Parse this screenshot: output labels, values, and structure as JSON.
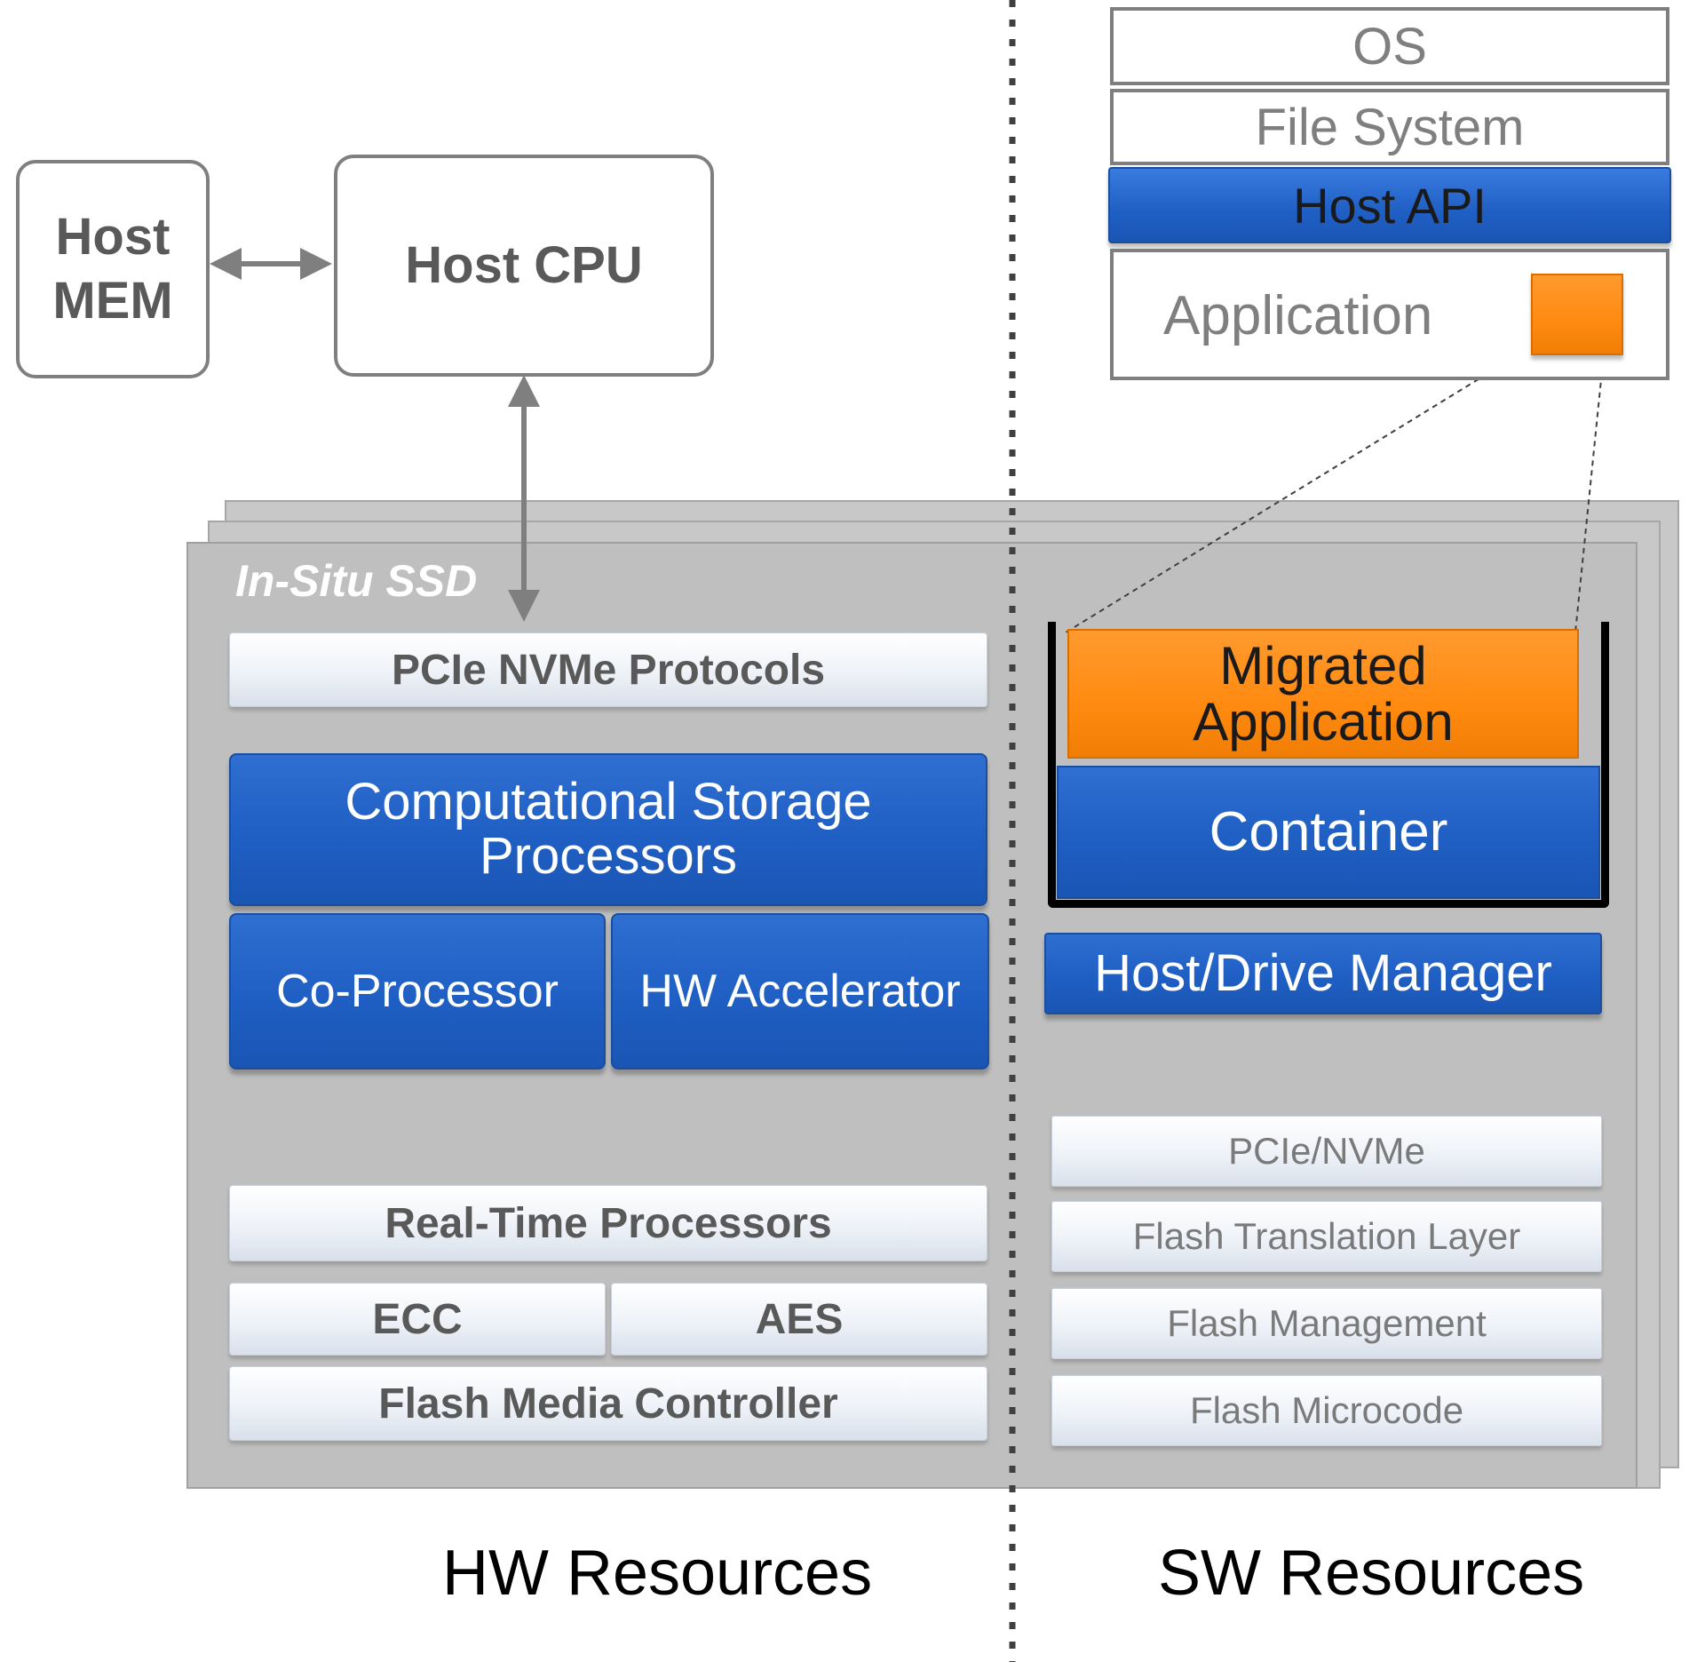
{
  "host": {
    "mem_line1": "Host",
    "mem_line2": "MEM",
    "cpu": "Host CPU"
  },
  "sw_stack": {
    "os": "OS",
    "file_system": "File System",
    "host_api": "Host API",
    "application": "Application"
  },
  "ssd": {
    "title": "In-Situ SSD",
    "hw": {
      "pcie_nvme_protocols": "PCIe NVMe Protocols",
      "csp_line1": "Computational Storage",
      "csp_line2": "Processors",
      "co_processor": "Co-Processor",
      "hw_accelerator": "HW Accelerator",
      "real_time_processors": "Real-Time Processors",
      "ecc": "ECC",
      "aes": "AES",
      "flash_media_controller": "Flash Media Controller"
    },
    "sw": {
      "migrated_line1": "Migrated",
      "migrated_line2": "Application",
      "container": "Container",
      "host_drive_manager": "Host/Drive Manager",
      "pcie_nvme": "PCIe/NVMe",
      "ftl": "Flash Translation Layer",
      "flash_management": "Flash Management",
      "flash_microcode": "Flash Microcode"
    }
  },
  "captions": {
    "hw": "HW Resources",
    "sw": "SW Resources"
  },
  "colors": {
    "blue": "#1f5fc4",
    "orange": "#ff8a10",
    "gray": "#bfbfbf"
  }
}
